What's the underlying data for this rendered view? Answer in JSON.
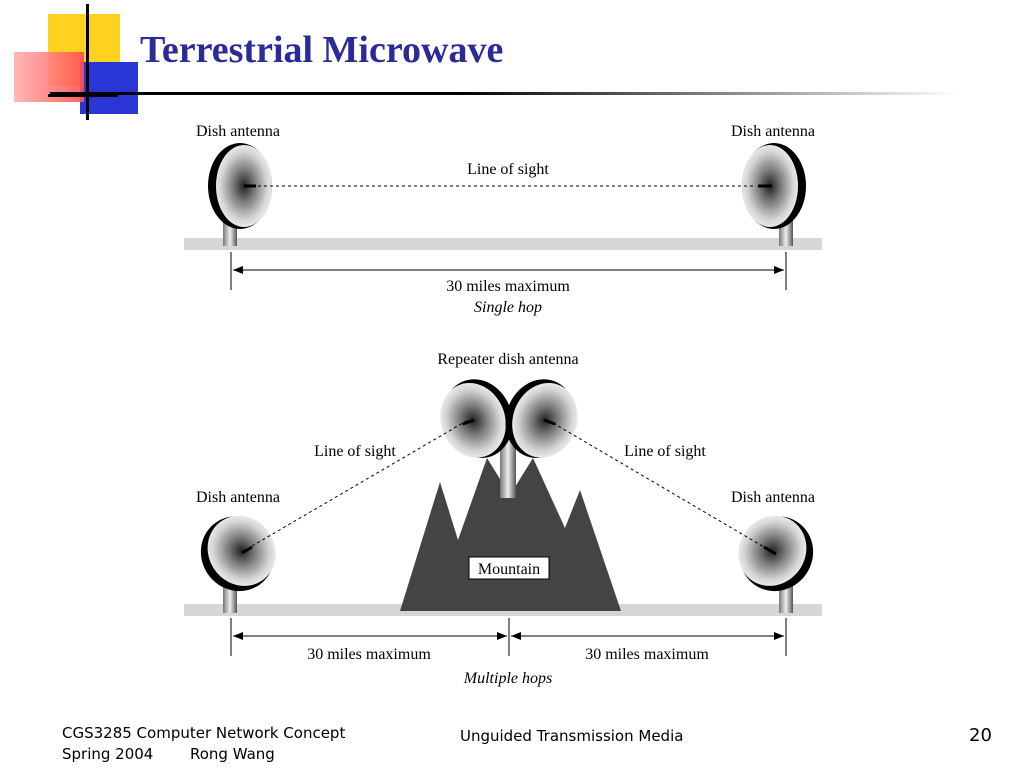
{
  "slide": {
    "title": "Terrestrial Microwave",
    "page_number": "20"
  },
  "single_hop": {
    "left_antenna_label": "Dish antenna",
    "right_antenna_label": "Dish antenna",
    "line_label": "Line of sight",
    "distance_label": "30 miles maximum",
    "caption": "Single hop"
  },
  "multiple_hops": {
    "repeater_label": "Repeater dish antenna",
    "left_line_label": "Line of sight",
    "right_line_label": "Line of sight",
    "left_antenna_label": "Dish antenna",
    "right_antenna_label": "Dish antenna",
    "mountain_label": "Mountain",
    "left_distance_label": "30 miles maximum",
    "right_distance_label": "30 miles maximum",
    "caption": "Multiple hops"
  },
  "footer": {
    "course": "CGS3285 Computer Network Concept",
    "term": "Spring 2004",
    "author": "Rong Wang",
    "topic": "Unguided Transmission Media"
  },
  "colors": {
    "title": "#2a2a9a",
    "deco_yellow": "#ffd21f",
    "deco_red": "#ff6060",
    "deco_blue": "#2a35d6",
    "ground": "#d6d6d6",
    "mountain": "#444444"
  }
}
